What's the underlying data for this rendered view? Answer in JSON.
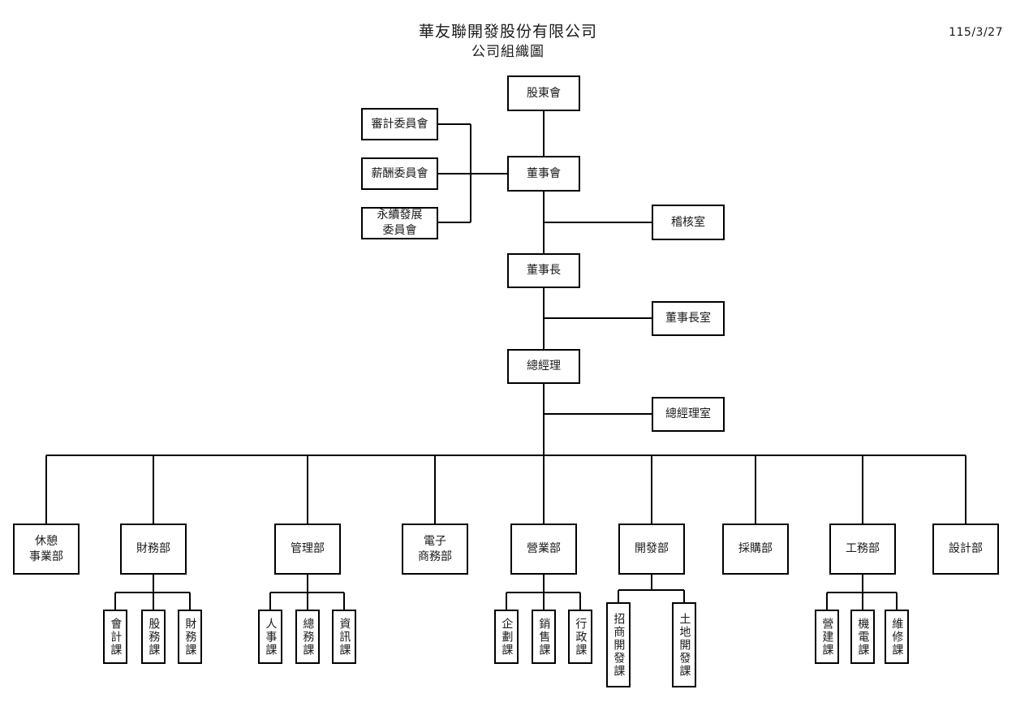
{
  "header": {
    "company_name": "華友聯開發股份有限公司",
    "chart_title": "公司組織圖",
    "date": "115/3/27"
  },
  "nodes": {
    "shareholders": {
      "label": "股東會"
    },
    "board": {
      "label": "董事會"
    },
    "audit_committee": {
      "label": "審計委員會"
    },
    "compensation_committee": {
      "label": "薪酬委員會"
    },
    "sustainability_committee": {
      "label": "永續發展\n委員會"
    },
    "audit_office": {
      "label": "稽核室"
    },
    "chairman": {
      "label": "董事長"
    },
    "chairman_office": {
      "label": "董事長室"
    },
    "general_manager": {
      "label": "總經理"
    },
    "gm_office": {
      "label": "總經理室"
    }
  },
  "departments": [
    {
      "id": "leisure",
      "label": "休憩\n事業部",
      "children": []
    },
    {
      "id": "finance",
      "label": "財務部",
      "children": [
        "會計課",
        "股務課",
        "財務課"
      ]
    },
    {
      "id": "admin",
      "label": "管理部",
      "children": [
        "人事課",
        "總務課",
        "資訊課"
      ]
    },
    {
      "id": "ecommerce",
      "label": "電子\n商務部",
      "children": []
    },
    {
      "id": "sales",
      "label": "營業部",
      "children": [
        "企劃課",
        "銷售課",
        "行政課"
      ]
    },
    {
      "id": "developm",
      "label": "開發部",
      "children": [
        "招商開發課",
        "土地開發課"
      ]
    },
    {
      "id": "purchase",
      "label": "採購部",
      "children": []
    },
    {
      "id": "engineer",
      "label": "工務部",
      "children": [
        "營建課",
        "機電課",
        "維修課"
      ]
    },
    {
      "id": "design",
      "label": "設計部",
      "children": []
    }
  ],
  "colors": {
    "line": "#000000",
    "box_border": "#000000",
    "box_fill": "#ffffff",
    "text": "#1a1a1a",
    "page_background": "#ffffff"
  },
  "chart_data": {
    "type": "diagram",
    "diagram_kind": "organization-chart",
    "title": "華友聯開發股份有限公司 公司組織圖",
    "date": "115/3/27",
    "hierarchy": [
      {
        "name": "股東會",
        "level": 0,
        "children": [
          {
            "name": "董事會",
            "level": 1,
            "side_units": [
              "審計委員會",
              "薪酬委員會",
              "永續發展委員會",
              "稽核室"
            ],
            "children": [
              {
                "name": "董事長",
                "level": 2,
                "side_units": [
                  "董事長室"
                ],
                "children": [
                  {
                    "name": "總經理",
                    "level": 3,
                    "side_units": [
                      "總經理室"
                    ],
                    "children": [
                      {
                        "name": "休憩事業部",
                        "level": 4,
                        "children": []
                      },
                      {
                        "name": "財務部",
                        "level": 4,
                        "children": [
                          "會計課",
                          "股務課",
                          "財務課"
                        ]
                      },
                      {
                        "name": "管理部",
                        "level": 4,
                        "children": [
                          "人事課",
                          "總務課",
                          "資訊課"
                        ]
                      },
                      {
                        "name": "電子商務部",
                        "level": 4,
                        "children": []
                      },
                      {
                        "name": "營業部",
                        "level": 4,
                        "children": [
                          "企劃課",
                          "銷售課",
                          "行政課"
                        ]
                      },
                      {
                        "name": "開發部",
                        "level": 4,
                        "children": [
                          "招商開發課",
                          "土地開發課"
                        ]
                      },
                      {
                        "name": "採購部",
                        "level": 4,
                        "children": []
                      },
                      {
                        "name": "工務部",
                        "level": 4,
                        "children": [
                          "營建課",
                          "機電課",
                          "維修課"
                        ]
                      },
                      {
                        "name": "設計部",
                        "level": 4,
                        "children": []
                      }
                    ]
                  }
                ]
              }
            ]
          }
        ]
      }
    ]
  }
}
